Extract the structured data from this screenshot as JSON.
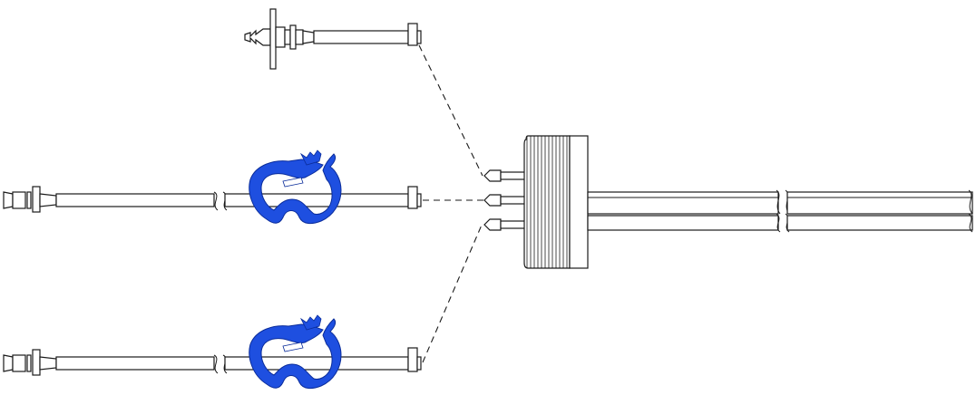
{
  "diagram": {
    "background": "#ffffff",
    "line_color": "#1a1a1a",
    "clamp_color": "#1e4fe0",
    "components": [
      {
        "name": "filter-line",
        "clamp": false
      },
      {
        "name": "tube-line-middle",
        "clamp": true
      },
      {
        "name": "tube-line-bottom",
        "clamp": true
      },
      {
        "name": "cap-connector",
        "ports": 3
      },
      {
        "name": "outlet-tubes",
        "count": 2
      }
    ],
    "dashed_links": 3
  }
}
